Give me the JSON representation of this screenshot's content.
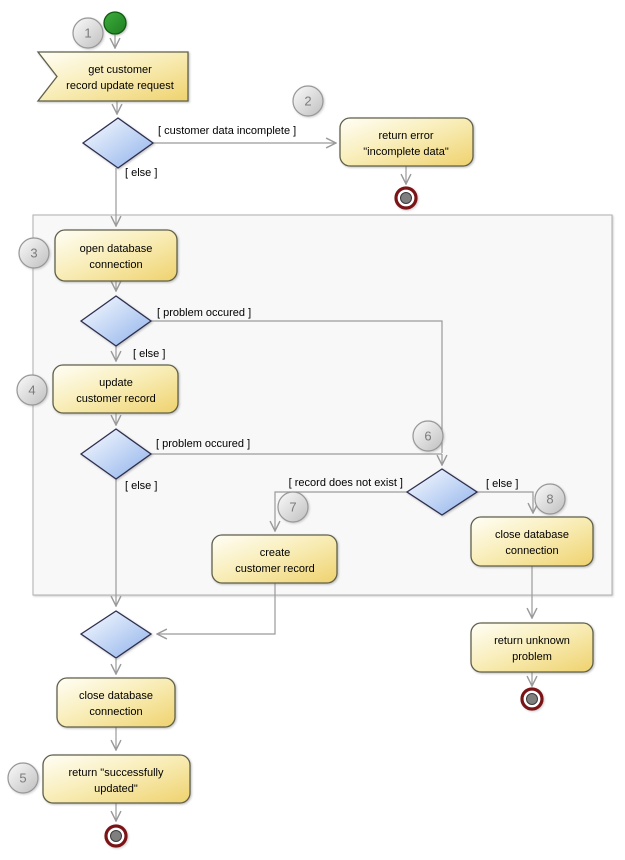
{
  "nodes": {
    "receive_request": {
      "line1": "get customer",
      "line2": "record update request"
    },
    "return_error": {
      "line1": "return error",
      "line2": "\"incomplete data\""
    },
    "open_database": {
      "line1": "open database",
      "line2": "connection"
    },
    "update_record": {
      "line1": "update",
      "line2": "customer record"
    },
    "create_record": {
      "line1": "create",
      "line2": "customer record"
    },
    "close_database_inner": {
      "line1": "close database",
      "line2": "connection"
    },
    "return_unknown": {
      "line1": "return unknown",
      "line2": "problem"
    },
    "close_database_outer": {
      "line1": "close database",
      "line2": "connection"
    },
    "return_success": {
      "line1": "return \"successfully",
      "line2": "updated\""
    }
  },
  "edge_labels": {
    "customer_data_incomplete": "[ customer data incomplete ]",
    "else_after_input_check": "[ else ]",
    "problem_occured_open": "[ problem occured ]",
    "else_after_open": "[ else ]",
    "problem_occured_update": "[ problem occured ]",
    "else_after_update": "[ else ]",
    "record_does_not_exist": "[ record does not exist ]",
    "else_record_exists": "[ else ]"
  },
  "step_badges": [
    "1",
    "2",
    "3",
    "4",
    "5",
    "6",
    "7",
    "8"
  ],
  "colors": {
    "activity_fill_light": "#fffdf0",
    "activity_fill_dark": "#efd26e",
    "activity_border": "#60604a",
    "decision_fill_light": "#fafcff",
    "decision_fill_dark": "#8fb2eb",
    "decision_border": "#2e2e50",
    "connector": "#9a9a9a",
    "partition_fill": "#f8f8f8",
    "partition_border": "#aeaeae",
    "start_node_green": "#2f9a2f",
    "final_node_ring": "#7a1417",
    "final_node_core": "#7f7f7f",
    "badge_fill_light": "#fbfbfb",
    "badge_fill_dark": "#bfbfbf",
    "badge_text": "#7b7b7b"
  }
}
